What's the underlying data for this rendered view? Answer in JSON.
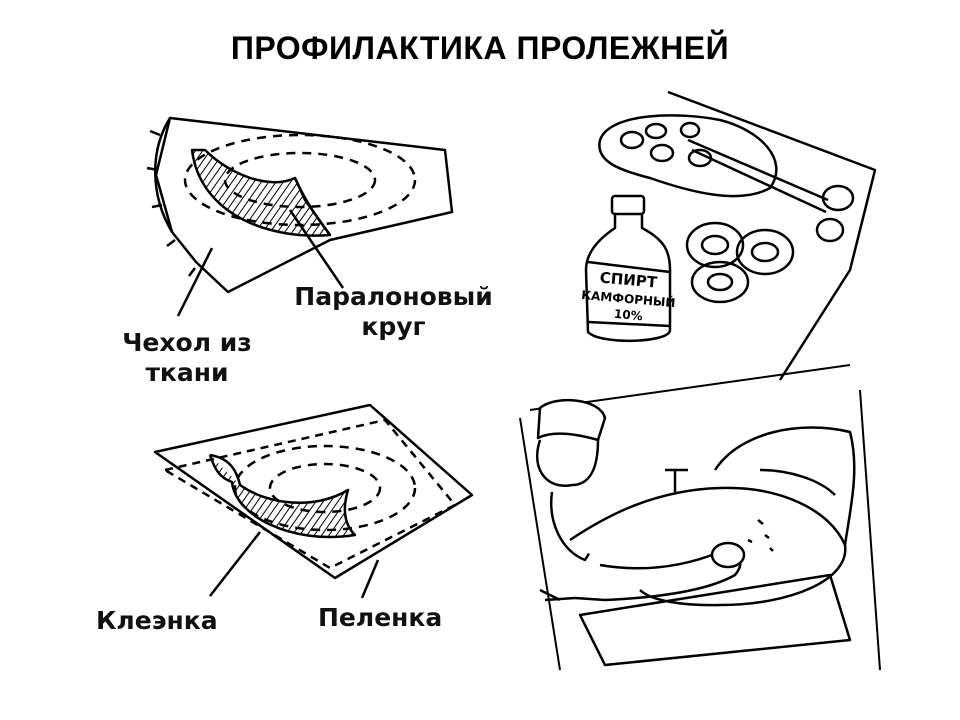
{
  "title": "ПРОФИЛАКТИКА ПРОЛЕЖНЕЙ",
  "labels": {
    "cover": "Чехол из ткани",
    "foam_ring": "Паралоновый круг",
    "oilcloth": "Клеэнка",
    "sheet": "Пеленка"
  },
  "bottle": {
    "line1": "СПИРТ",
    "line2": "КАМФОРНЫЙ",
    "line3": "10%"
  },
  "colors": {
    "ink": "#000000",
    "paper": "#ffffff"
  }
}
